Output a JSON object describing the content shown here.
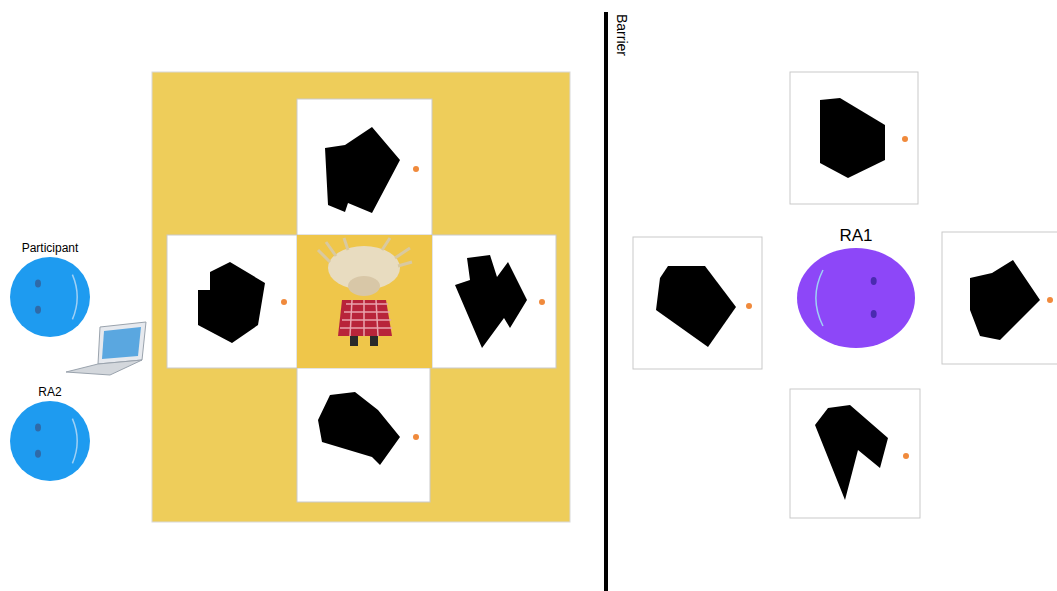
{
  "diagram": {
    "nodes": [
      {
        "text": [
          "Participant"
        ]
      },
      {
        "text": [
          "RA2"
        ]
      },
      {
        "text": [
          "RA1"
        ]
      }
    ],
    "labels": [
      "Barrier"
    ]
  }
}
